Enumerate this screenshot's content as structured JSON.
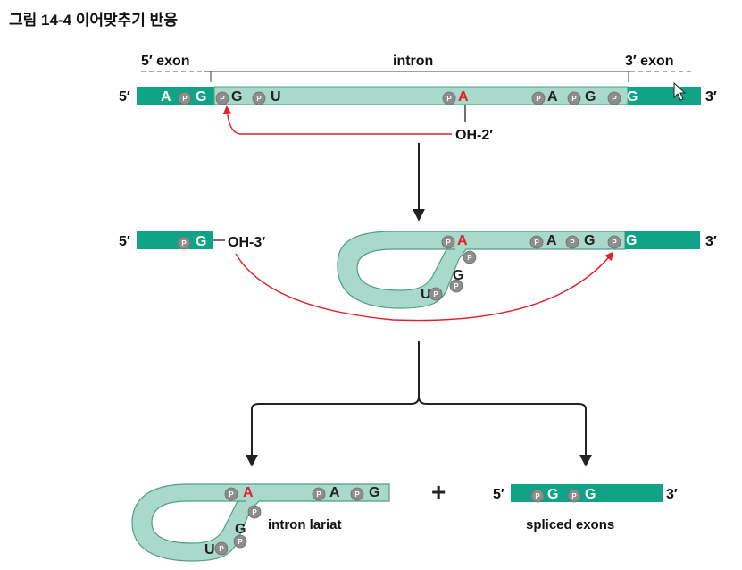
{
  "title": "그림 14-4 이어맞추기 반응",
  "labels": {
    "exon5": "5′ exon",
    "intron": "intron",
    "exon3": "3′ exon",
    "end5": "5′",
    "end3": "3′",
    "oh2": "OH-2′",
    "oh3": "OH-3′",
    "plus": "+",
    "intron_lariat": "intron lariat",
    "spliced_exons": "spliced exons"
  },
  "nucleotides": {
    "A": "A",
    "G": "G",
    "U": "U",
    "P": "P"
  },
  "colors": {
    "exon": "#11a386",
    "intron_fill": "#a9d9cb",
    "intron_stroke": "#4f9e86",
    "phosphate": "#8d8d8d",
    "branch_a": "#e0202a",
    "arrow_red": "#e0202a",
    "arrow_black": "#222222"
  }
}
